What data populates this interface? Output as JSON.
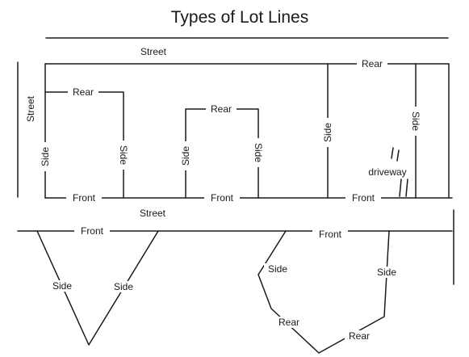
{
  "title": "Types of Lot Lines",
  "labels": {
    "street_top": "Street",
    "street_left": "Street",
    "street_mid": "Street",
    "rear_lot1": "Rear",
    "rear_lot2": "Rear",
    "rear_lot3": "Rear",
    "side_lot1_left": "Side",
    "side_lot1_right": "Side",
    "side_lot2_left": "Side",
    "side_lot2_right": "Side",
    "side_lot3_left": "Side",
    "side_lot3_right": "Side",
    "driveway": "driveway",
    "front_lot1": "Front",
    "front_lot2": "Front",
    "front_lot3": "Front",
    "front_bottom_left": "Front",
    "front_bottom_right": "Front",
    "side_v_left": "Side",
    "side_v_right": "Side",
    "side_irregular_left": "Side",
    "side_irregular_right": "Side",
    "rear_irregular_1": "Rear",
    "rear_irregular_2": "Rear"
  }
}
